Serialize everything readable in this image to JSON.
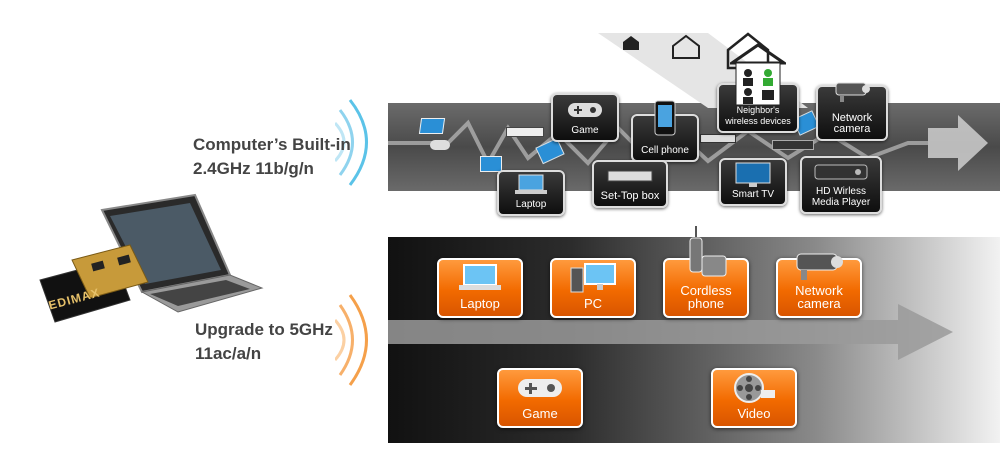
{
  "left": {
    "built_in_line1": "Computer’s Built-in",
    "built_in_line2": "2.4GHz 11b/g/n",
    "upgrade_line1": "Upgrade to 5GHz",
    "upgrade_line2": "11ac/a/n",
    "adapter_brand": "EDIMAX"
  },
  "band24": {
    "tiles": {
      "game": "Game",
      "cell_phone": "Cell phone",
      "neighbors_line1": "Neighbor's",
      "neighbors_line2": "wireless devices",
      "network_camera_line1": "Network",
      "network_camera_line2": "camera",
      "laptop": "Laptop",
      "set_top_box": "Set-Top box",
      "smart_tv": "Smart TV",
      "media_player_line1": "HD Wirless",
      "media_player_line2": "Media Player"
    }
  },
  "band5": {
    "tiles": {
      "laptop": "Laptop",
      "pc": "PC",
      "cordless_line1": "Cordless",
      "cordless_line2": "phone",
      "network_camera_line1": "Network",
      "network_camera_line2": "camera",
      "game": "Game",
      "video": "Video"
    }
  },
  "colors": {
    "accent_orange": "#f26a00",
    "signal_blue": "#5bc3e8",
    "signal_orange": "#f5a04a"
  }
}
